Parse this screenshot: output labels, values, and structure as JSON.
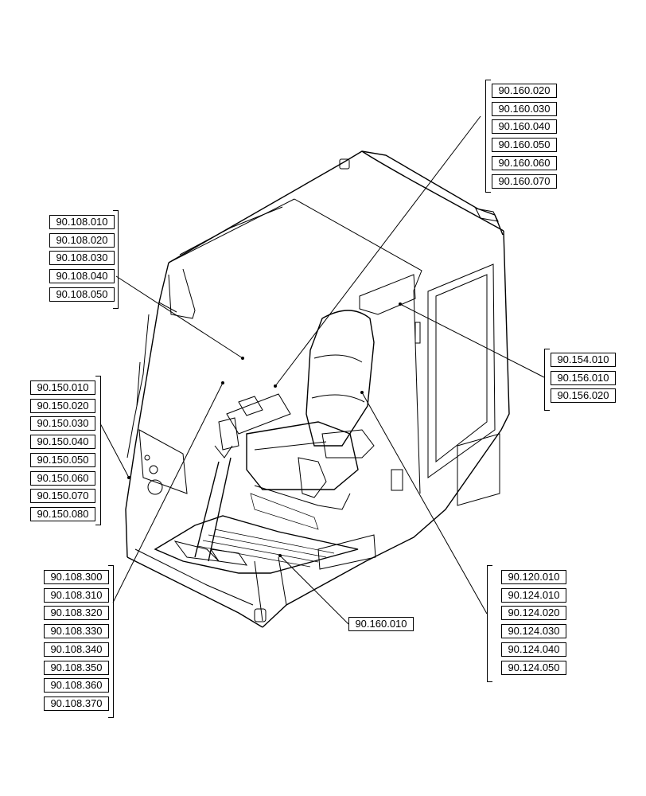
{
  "groups": {
    "top_right": [
      "90.160.020",
      "90.160.030",
      "90.160.040",
      "90.160.050",
      "90.160.060",
      "90.160.070"
    ],
    "left_upper": [
      "90.108.010",
      "90.108.020",
      "90.108.030",
      "90.108.040",
      "90.108.050"
    ],
    "left_middle": [
      "90.150.010",
      "90.150.020",
      "90.150.030",
      "90.150.040",
      "90.150.050",
      "90.150.060",
      "90.150.070",
      "90.150.080"
    ],
    "right_middle": [
      "90.154.010",
      "90.156.010",
      "90.156.020"
    ],
    "left_lower": [
      "90.108.300",
      "90.108.310",
      "90.108.320",
      "90.108.330",
      "90.108.340",
      "90.108.350",
      "90.108.360",
      "90.108.370"
    ],
    "bottom_center": [
      "90.160.010"
    ],
    "right_lower": [
      "90.120.010",
      "90.124.010",
      "90.124.020",
      "90.124.030",
      "90.124.040",
      "90.124.050"
    ]
  }
}
